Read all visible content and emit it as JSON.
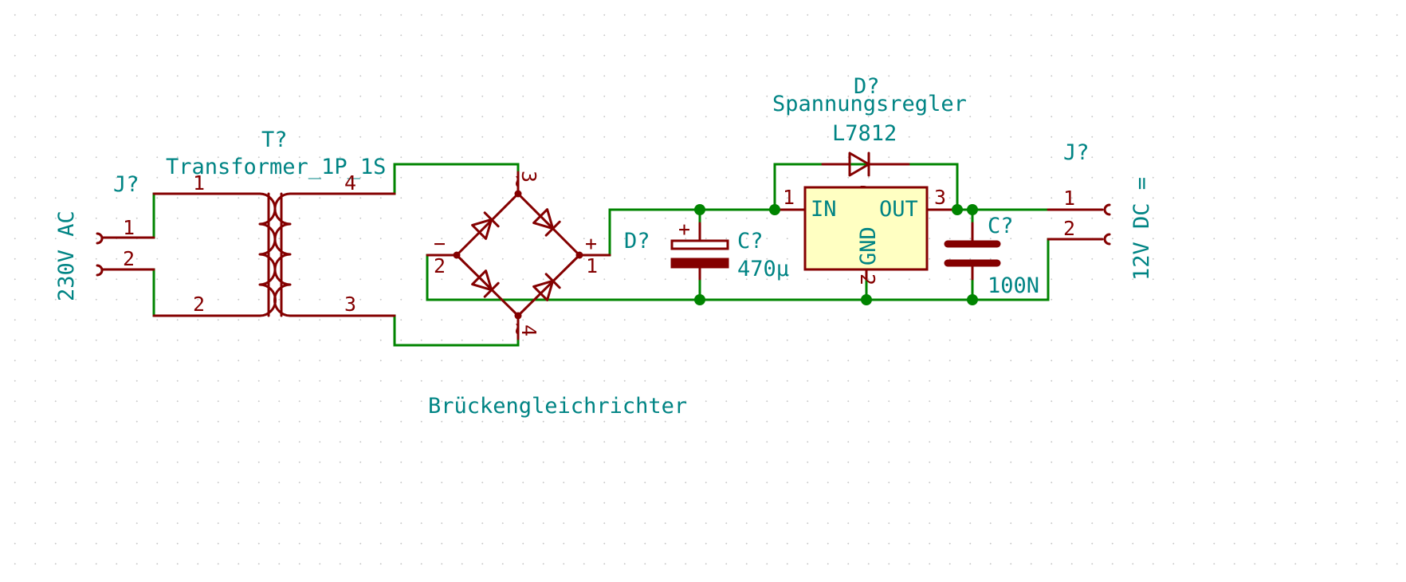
{
  "connectors": {
    "input": {
      "ref": "J?",
      "label": "230V AC",
      "pin1": "1",
      "pin2": "2"
    },
    "output": {
      "ref": "J?",
      "label": "12V DC =",
      "pin1": "1",
      "pin2": "2"
    }
  },
  "transformer": {
    "ref": "T?",
    "value": "Transformer_1P_1S",
    "pins": {
      "p1": "1",
      "p2": "2",
      "p3": "3",
      "p4": "4"
    }
  },
  "bridge": {
    "ref": "D?",
    "caption": "Brückengleichrichter",
    "pins": {
      "p1": "1",
      "p2": "2",
      "p3": "3",
      "p4": "4"
    },
    "symbols": {
      "plus": "+",
      "minus": "−",
      "ac_top": "~",
      "ac_bottom": "~"
    }
  },
  "capacitor_bulk": {
    "ref": "C?",
    "value": "470µ",
    "polarity": "+"
  },
  "capacitor_out": {
    "ref": "C?",
    "value": "100N"
  },
  "regulator": {
    "ref": "D?",
    "value": "Spannungsregler",
    "part": "L7812",
    "pins": {
      "in_num": "1",
      "in_label": "IN",
      "out_num": "3",
      "out_label": "OUT",
      "gnd_num": "2",
      "gnd_label": "GND"
    },
    "protection_diode_pin": "D"
  },
  "colors": {
    "wire": "#008400",
    "symbol": "#840000",
    "text": "#008484",
    "junction": "#008400",
    "ic_fill": "#ffffc2"
  }
}
